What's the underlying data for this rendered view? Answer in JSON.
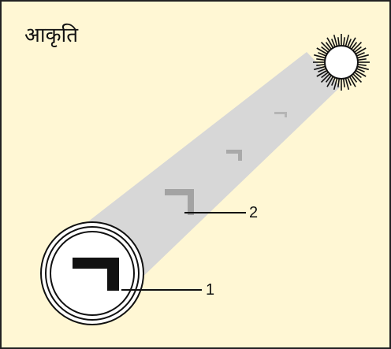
{
  "figure": {
    "title": "आकृति",
    "background": "#fff7d4",
    "beam_color": "#d7d7d7",
    "callouts": [
      {
        "label": "2"
      },
      {
        "label": "1"
      }
    ]
  }
}
